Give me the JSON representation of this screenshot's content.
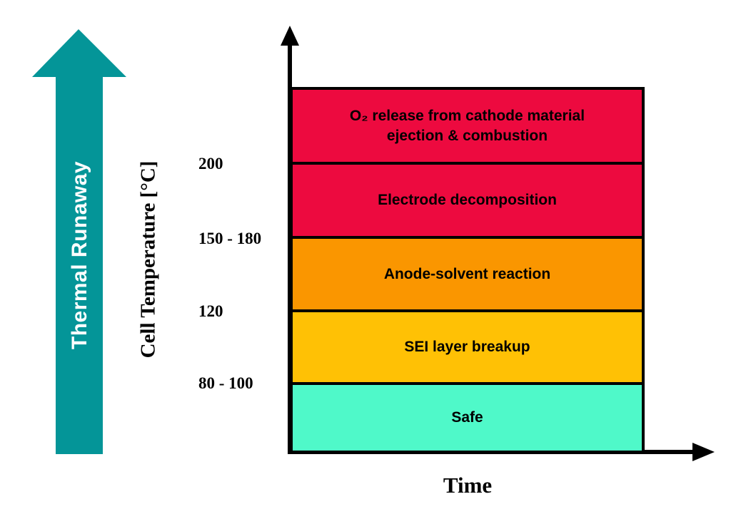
{
  "colors": {
    "teal": "#049598",
    "red": "#ED0A3F",
    "orange": "#FA9600",
    "yellow": "#FFC105",
    "mint": "#4FF9C9",
    "black": "#000000",
    "white": "#FFFFFF"
  },
  "thermal_arrow": {
    "label": "Thermal Runaway"
  },
  "y_axis": {
    "label": "Cell Temperature [°C]",
    "ticks": [
      "200",
      "150 - 180",
      "120",
      "80 - 100"
    ]
  },
  "x_axis": {
    "label": "Time"
  },
  "bands": [
    {
      "label": "O₂ release from cathode material\nejection & combustion",
      "color": "#ED0A3F",
      "boundary_tick_below": "200"
    },
    {
      "label": "Electrode decomposition",
      "color": "#ED0A3F",
      "boundary_tick_below": "150 - 180"
    },
    {
      "label": "Anode-solvent reaction",
      "color": "#FA9600",
      "boundary_tick_below": "120"
    },
    {
      "label": "SEI layer breakup",
      "color": "#FFC105",
      "boundary_tick_below": "80 - 100"
    },
    {
      "label": "Safe",
      "color": "#4FF9C9",
      "boundary_tick_below": ""
    }
  ]
}
